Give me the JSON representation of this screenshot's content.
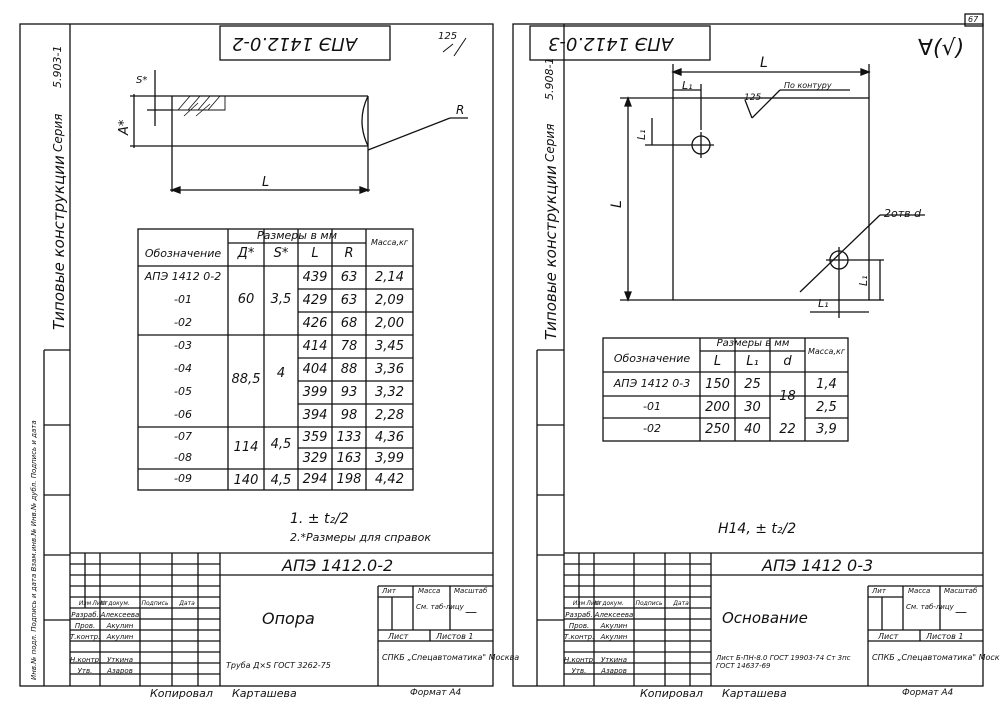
{
  "page_number": "67",
  "left": {
    "stamp": "АПЭ 1412.0-2",
    "roughness": "125",
    "series_label": "Серия",
    "series_value": "5.903-1",
    "side_title": "Типовые конструкции",
    "dims": {
      "a": "А*",
      "s": "S*",
      "l": "L",
      "r": "R"
    },
    "table": {
      "group_header": "Размеры в мм",
      "col_designation": "Обозначение",
      "col_d": "Д*",
      "col_s": "S*",
      "col_l": "L",
      "col_r": "R",
      "col_mass": "Масса,кг",
      "rows": [
        {
          "name": "АПЭ 1412 0-2",
          "l": "439",
          "r": "63",
          "m": "2,14"
        },
        {
          "name": "-01",
          "l": "429",
          "r": "63",
          "m": "2,09"
        },
        {
          "name": "-02",
          "l": "426",
          "r": "68",
          "m": "2,00"
        },
        {
          "name": "-03",
          "l": "414",
          "r": "78",
          "m": "3,45"
        },
        {
          "name": "-04",
          "l": "404",
          "r": "88",
          "m": "3,36"
        },
        {
          "name": "-05",
          "l": "399",
          "r": "93",
          "m": "3,32"
        },
        {
          "name": "-06",
          "l": "394",
          "r": "98",
          "m": "2,28"
        },
        {
          "name": "-07",
          "l": "359",
          "r": "133",
          "m": "4,36"
        },
        {
          "name": "-08",
          "l": "329",
          "r": "163",
          "m": "3,99"
        },
        {
          "name": "-09",
          "l": "294",
          "r": "198",
          "m": "4,42"
        }
      ],
      "groups": [
        {
          "d": "60",
          "s": "3,5"
        },
        {
          "d": "88,5",
          "s": "4"
        },
        {
          "d": "114",
          "s": "4,5"
        },
        {
          "d": "140",
          "s": "4,5"
        }
      ]
    },
    "note1": "1. ± t₂/2",
    "note2": "2.*Размеры для справок",
    "title_block": {
      "doc": "АПЭ 1412.0-2",
      "name": "Опора",
      "material": "Труба Д×S ГОСТ 3262-75",
      "org": "СПКБ „Спецавтоматика\" Москва",
      "sheet": "Лист",
      "sheets": "Листов 1",
      "lit": "Лит",
      "mass": "Масса",
      "scale": "Масштаб",
      "mass_value": "См. таб-лицу",
      "scale_value": "—",
      "labels": [
        "Изм",
        "Лист",
        "№ докум.",
        "Подпись",
        "Дата"
      ],
      "roles": [
        "Разраб.",
        "Пров.",
        "Т.контр.",
        "Н.контр.",
        "Утв."
      ],
      "people": [
        "Алексеева",
        "Акулин",
        "Акулин",
        "Уткина",
        "Азаров"
      ]
    },
    "copied": "Копировал",
    "copier": "Карташева",
    "format": "Формат А4",
    "side_stamps": "Инв.№ подл. Подпись и дата Взам.инв.№ Инв.№ дубл. Подпись и дата"
  },
  "right": {
    "stamp": "АПЭ 1412.0-3",
    "roughness": "∀(√)",
    "series_label": "Серия",
    "series_value": "5.908-1",
    "side_title": "Типовые конструкции",
    "dims": {
      "l": "L",
      "l1": "L₁",
      "contour": "По контуру",
      "r125": "125",
      "holes": "2отв d"
    },
    "table": {
      "group_header": "Размеры в мм",
      "col_designation": "Обозначение",
      "col_l": "L",
      "col_l1": "L₁",
      "col_d": "d",
      "col_mass": "Масса,кг",
      "rows": [
        {
          "name": "АПЭ 1412 0-3",
          "l": "150",
          "l1": "25",
          "m": "1,4"
        },
        {
          "name": "-01",
          "l": "200",
          "l1": "30",
          "m": "2,5"
        },
        {
          "name": "-02",
          "l": "250",
          "l1": "40",
          "d": "22",
          "m": "3,9"
        }
      ],
      "d_group": "18"
    },
    "note": "Н14, ± t₂/2",
    "title_block": {
      "doc": "АПЭ 1412 0-3",
      "name": "Основание",
      "material": "Лист Б-ПН-8.0 ГОСТ 19903-74 Ст 3пс ГОСТ 14637-69",
      "org": "СПКБ „Спецавтоматика\" Москва",
      "sheet": "Лист",
      "sheets": "Листов 1",
      "lit": "Лит",
      "mass": "Масса",
      "scale": "Масштаб",
      "mass_value": "См. таб-лицу",
      "scale_value": "—",
      "labels": [
        "Изм",
        "Лист",
        "№ докум.",
        "Подпись",
        "Дата"
      ],
      "roles": [
        "Разраб.",
        "Пров.",
        "Т.контр.",
        "Н.контр.",
        "Утв."
      ],
      "people": [
        "Алексеева",
        "Акулин",
        "Акулин",
        "Уткина",
        "Азаров"
      ]
    },
    "copied": "Копировал",
    "copier": "Карташева",
    "format": "Формат А4"
  },
  "colors": {
    "ink": "#111111",
    "paper": "#ffffff"
  }
}
